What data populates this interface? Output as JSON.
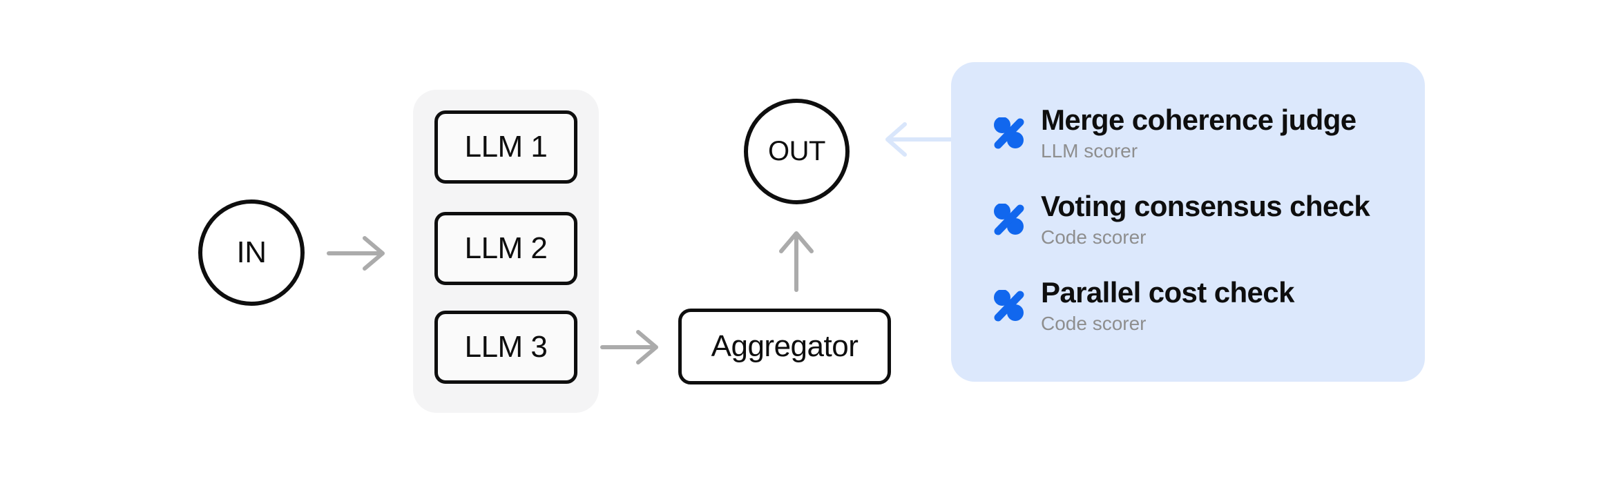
{
  "diagram": {
    "type": "llm-parallelization-flow",
    "nodes": {
      "in": {
        "label": "IN",
        "shape": "circle"
      },
      "llm_group": {
        "shape": "rounded-group",
        "items": [
          {
            "label": "LLM 1"
          },
          {
            "label": "LLM 2"
          },
          {
            "label": "LLM 3"
          }
        ]
      },
      "aggregator": {
        "label": "Aggregator",
        "shape": "rounded-rect"
      },
      "out": {
        "label": "OUT",
        "shape": "circle"
      }
    },
    "edges": [
      {
        "from": "in",
        "to": "llm_group",
        "style": "gray-arrow"
      },
      {
        "from": "llm_group",
        "to": "aggregator",
        "style": "gray-arrow"
      },
      {
        "from": "aggregator",
        "to": "out",
        "style": "gray-arrow"
      },
      {
        "from": "scorers_panel",
        "to": "out",
        "style": "light-blue-arrow"
      }
    ]
  },
  "scorers_panel": {
    "items": [
      {
        "icon": "percent-scorer-icon",
        "title": "Merge coherence judge",
        "subtitle": "LLM scorer"
      },
      {
        "icon": "percent-scorer-icon",
        "title": "Voting consensus check",
        "subtitle": "Code scorer"
      },
      {
        "icon": "percent-scorer-icon",
        "title": "Parallel cost check",
        "subtitle": "Code scorer"
      }
    ]
  },
  "colors": {
    "background": "#ffffff",
    "node_border": "#0e0e0e",
    "node_fill": "#fafafa",
    "group_fill": "#f4f4f5",
    "panel_fill": "#dce8fc",
    "icon_blue": "#1167ee",
    "arrow_gray": "#ababab",
    "arrow_light_blue": "#d9e6fb",
    "title_text": "#0e0e0e",
    "subtitle_text": "#8e8e8e"
  }
}
